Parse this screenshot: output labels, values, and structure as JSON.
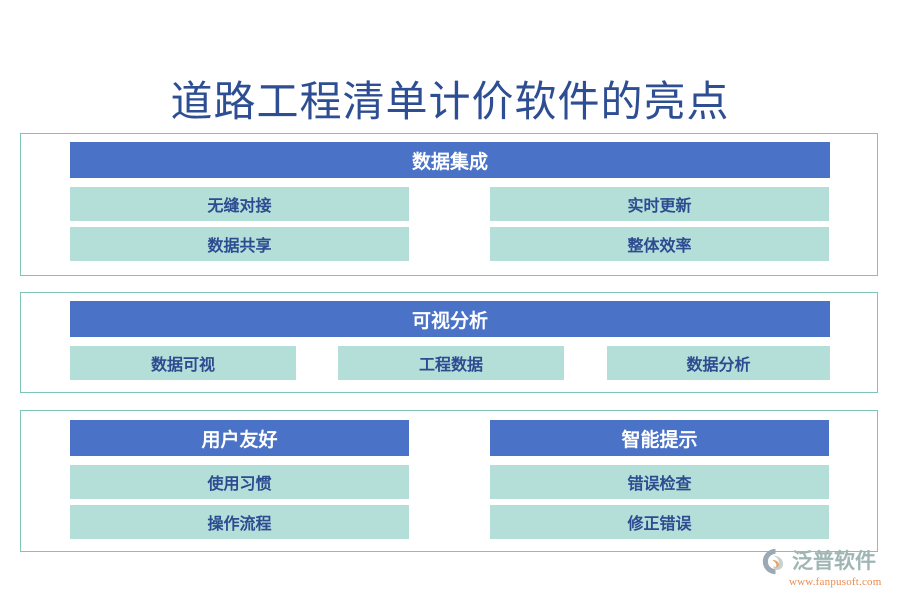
{
  "page": {
    "title": "道路工程清单计价软件的亮点",
    "background_color": "#ffffff",
    "title_color": "#2d4e92",
    "header_color": "#4a73c8",
    "chip_color": "#b4dfd8",
    "chip_text_color": "#2b4c91",
    "card_border_color": "#7fc5b6"
  },
  "sections": [
    {
      "headers": [
        "数据集成"
      ],
      "layout": "two-column-two-row",
      "items": [
        "无缝对接",
        "实时更新",
        "数据共享",
        "整体效率"
      ]
    },
    {
      "headers": [
        "可视分析"
      ],
      "layout": "three-across",
      "items": [
        "数据可视",
        "工程数据",
        "数据分析"
      ]
    },
    {
      "headers": [
        "用户友好",
        "智能提示"
      ],
      "layout": "two-column-two-row",
      "items": [
        "使用习惯",
        "错误检查",
        "操作流程",
        "修正错误"
      ]
    }
  ],
  "watermark": {
    "brand": "泛普软件",
    "url": "www.fanpusoft.com",
    "brand_color": "#9fb6b4",
    "url_color": "#e98a4f"
  }
}
